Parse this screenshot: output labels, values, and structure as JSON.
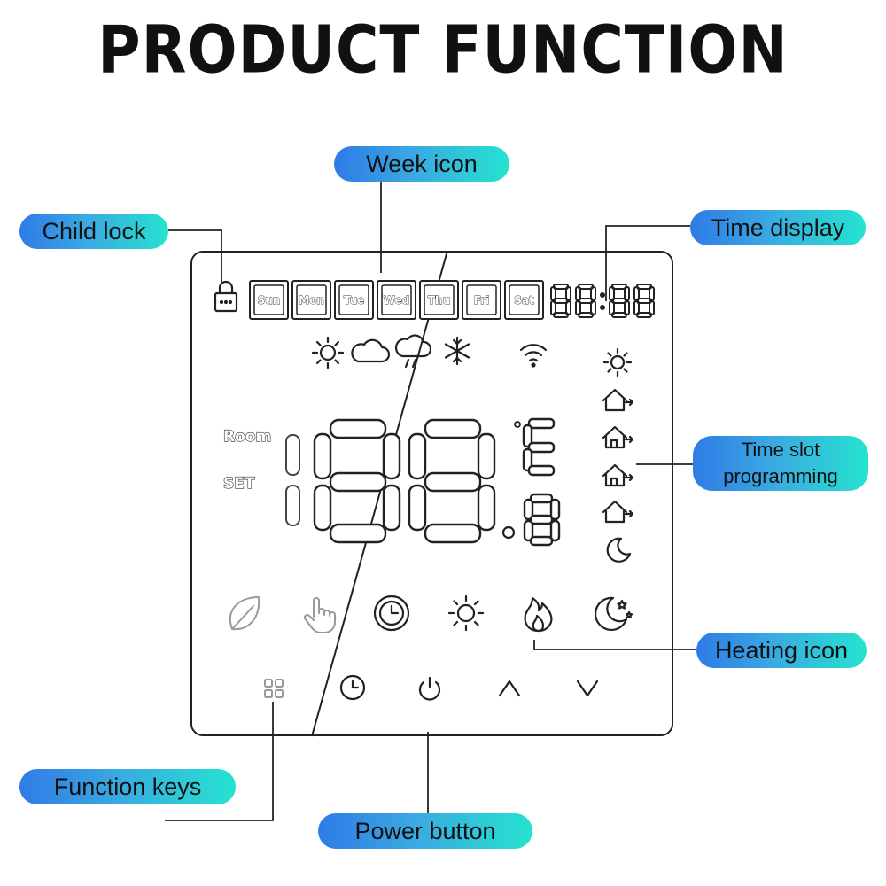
{
  "title": "PRODUCT FUNCTION",
  "callouts": {
    "week_icon": "Week icon",
    "child_lock": "Child lock",
    "time_display": "Time display",
    "time_slot_line1": "Time slot",
    "time_slot_line2": "programming",
    "heating_icon": "Heating icon",
    "function_keys": "Function keys",
    "power_button": "Power button"
  },
  "display": {
    "days": [
      "Sun",
      "Mon",
      "Tue",
      "Wed",
      "Thu",
      "Fri",
      "Sat"
    ],
    "room_label": "Room",
    "set_label": "SET"
  },
  "colors": {
    "callout_gradient_start": "#2f7be6",
    "callout_gradient_end": "#25e3cf",
    "outline": "#222222"
  },
  "icons": {
    "weather": [
      "sun-icon",
      "cloud-icon",
      "rain-cloud-icon",
      "snowflake-icon"
    ],
    "status": [
      "wifi-icon",
      "lock-icon"
    ],
    "time_slots": [
      "sun-icon",
      "home-leave-icon",
      "home-1-icon",
      "home-2-icon",
      "home-return-icon",
      "moon-icon"
    ],
    "modes": [
      "leaf-icon",
      "hand-icon",
      "clock-icon",
      "sun-icon",
      "flame-icon",
      "moon-stars-icon"
    ],
    "keys": [
      "grid-menu-icon",
      "timer-icon",
      "power-icon",
      "arrow-up-icon",
      "arrow-down-icon"
    ]
  }
}
